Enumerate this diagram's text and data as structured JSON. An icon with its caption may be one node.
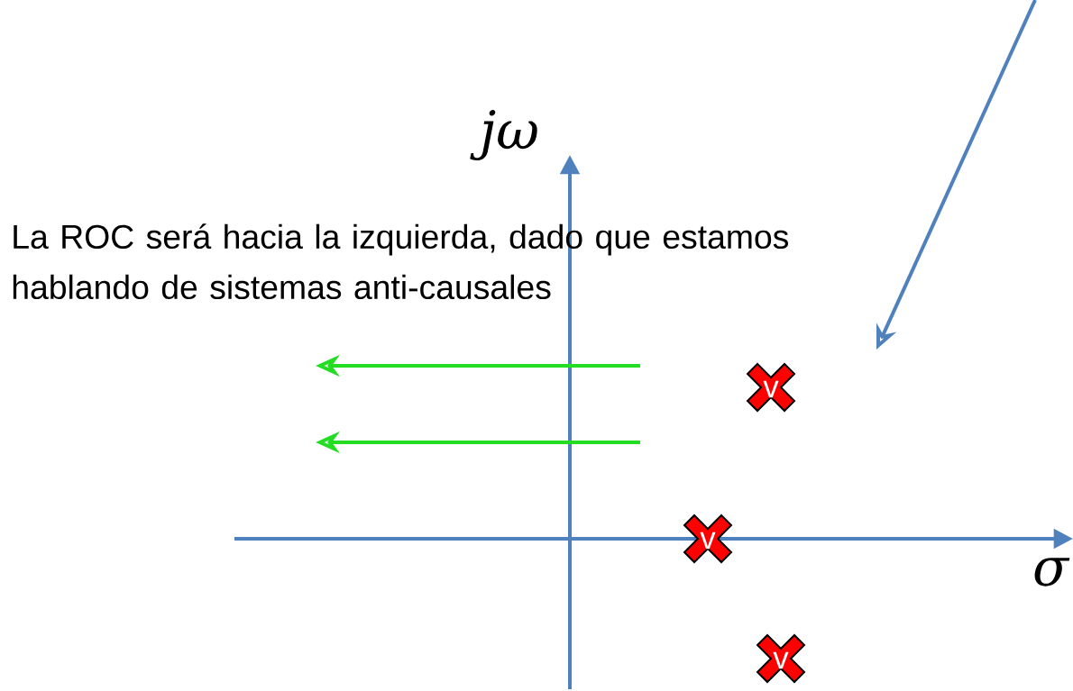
{
  "diagram": {
    "nodes": [
      {
        "text": [
          "v"
        ]
      },
      {
        "text": [
          "v"
        ]
      },
      {
        "text": [
          "v"
        ]
      }
    ],
    "labels": [
      "jω",
      "La ROC  será hacia la izquierda, dado que estamos hablando de sistemas anti-causales",
      "σ"
    ]
  }
}
